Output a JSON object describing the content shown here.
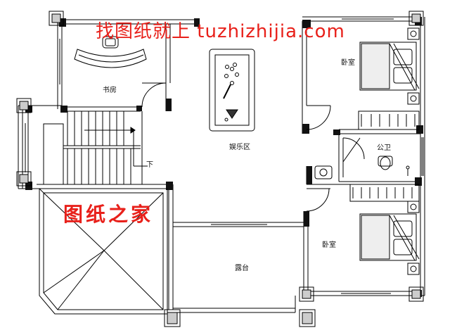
{
  "watermarks": {
    "top": "找图纸就上 tuzhizhijia.com",
    "middle": "图纸之家"
  },
  "rooms": {
    "study": "书房",
    "bedroom_top": "卧室",
    "entertainment": "娱乐区",
    "bathroom": "公卫",
    "stairs_down": "下",
    "bedroom_bottom": "卧室",
    "terrace": "露台"
  },
  "colors": {
    "line": "#000000",
    "watermark": "#e8201a",
    "fill_gray": "#cccccc"
  }
}
